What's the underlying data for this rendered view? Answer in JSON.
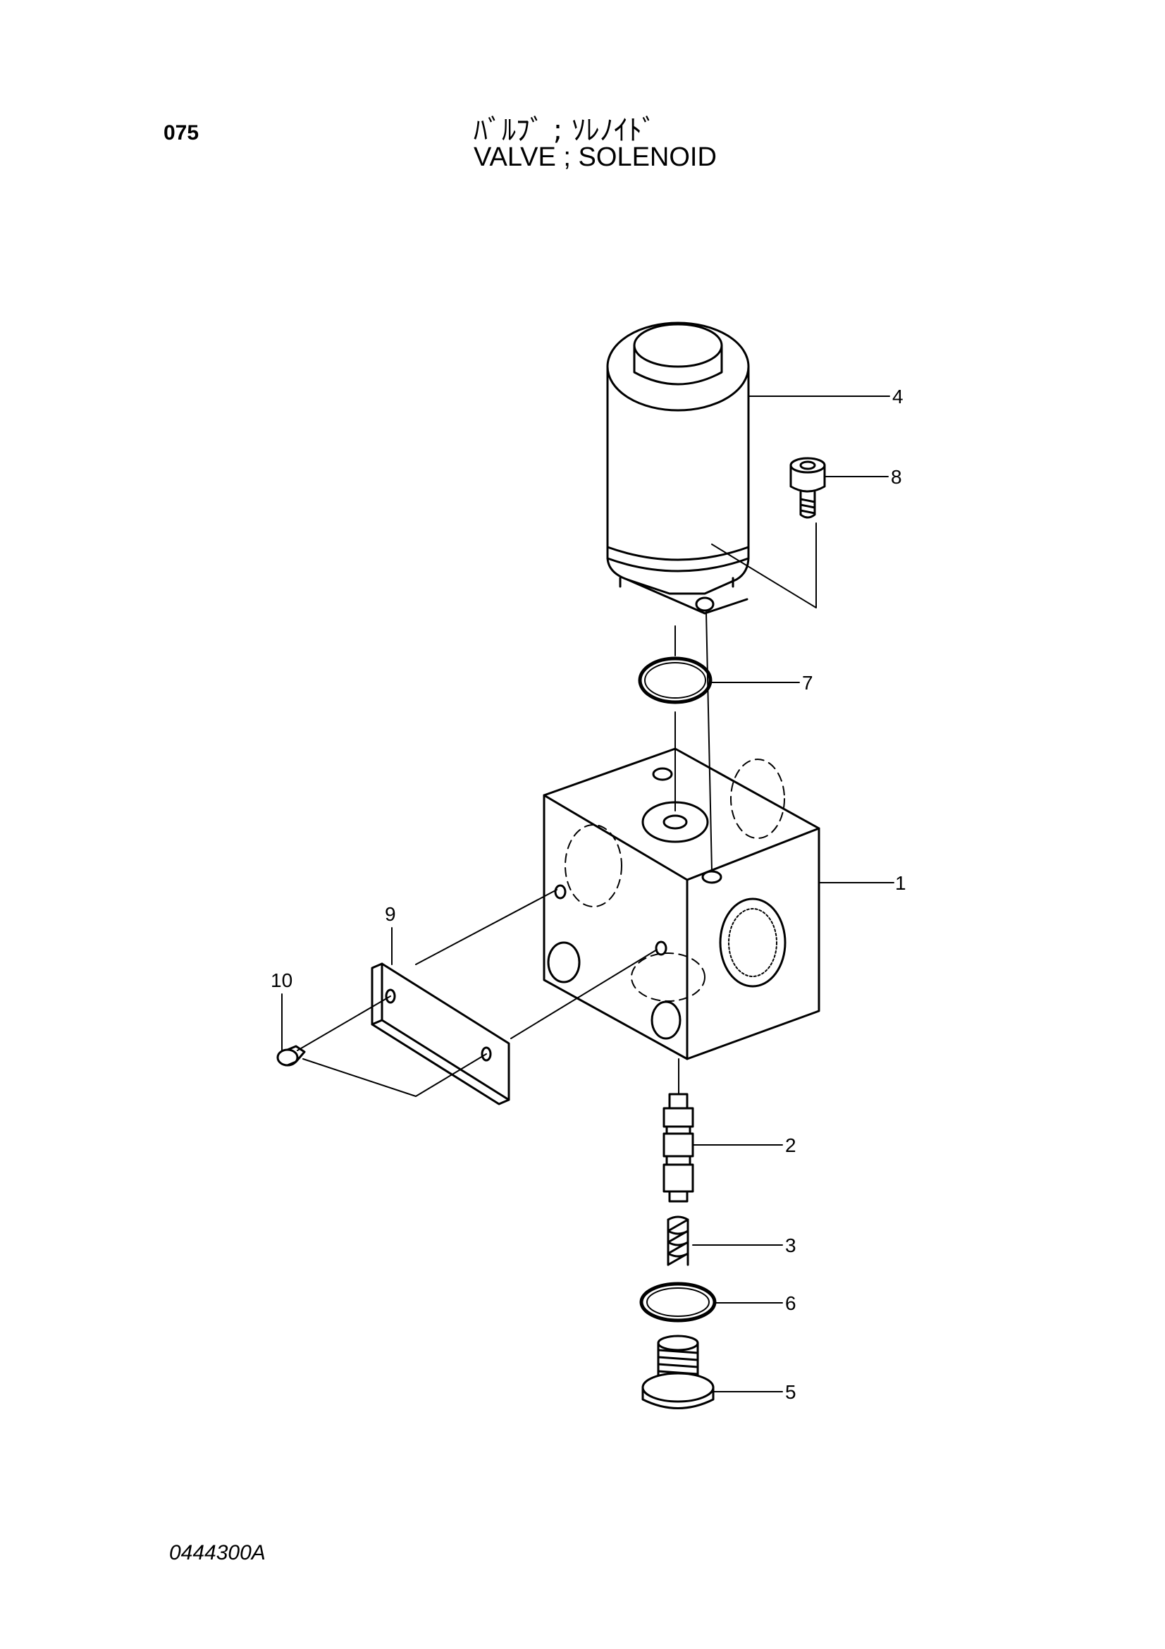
{
  "page_number": "075",
  "title_jp": "ﾊﾞﾙﾌﾞ ; ｿﾚﾉｲﾄﾞ",
  "title_en": "VALVE ; SOLENOID",
  "drawing_number": "0444300A",
  "callouts": [
    {
      "id": "1",
      "label": "1",
      "part": "valve-body"
    },
    {
      "id": "2",
      "label": "2",
      "part": "spool"
    },
    {
      "id": "3",
      "label": "3",
      "part": "spring"
    },
    {
      "id": "4",
      "label": "4",
      "part": "solenoid-coil"
    },
    {
      "id": "5",
      "label": "5",
      "part": "plug"
    },
    {
      "id": "6",
      "label": "6",
      "part": "o-ring-lower"
    },
    {
      "id": "7",
      "label": "7",
      "part": "o-ring-upper"
    },
    {
      "id": "8",
      "label": "8",
      "part": "socket-bolt"
    },
    {
      "id": "9",
      "label": "9",
      "part": "plate"
    },
    {
      "id": "10",
      "label": "10",
      "part": "screw"
    }
  ]
}
